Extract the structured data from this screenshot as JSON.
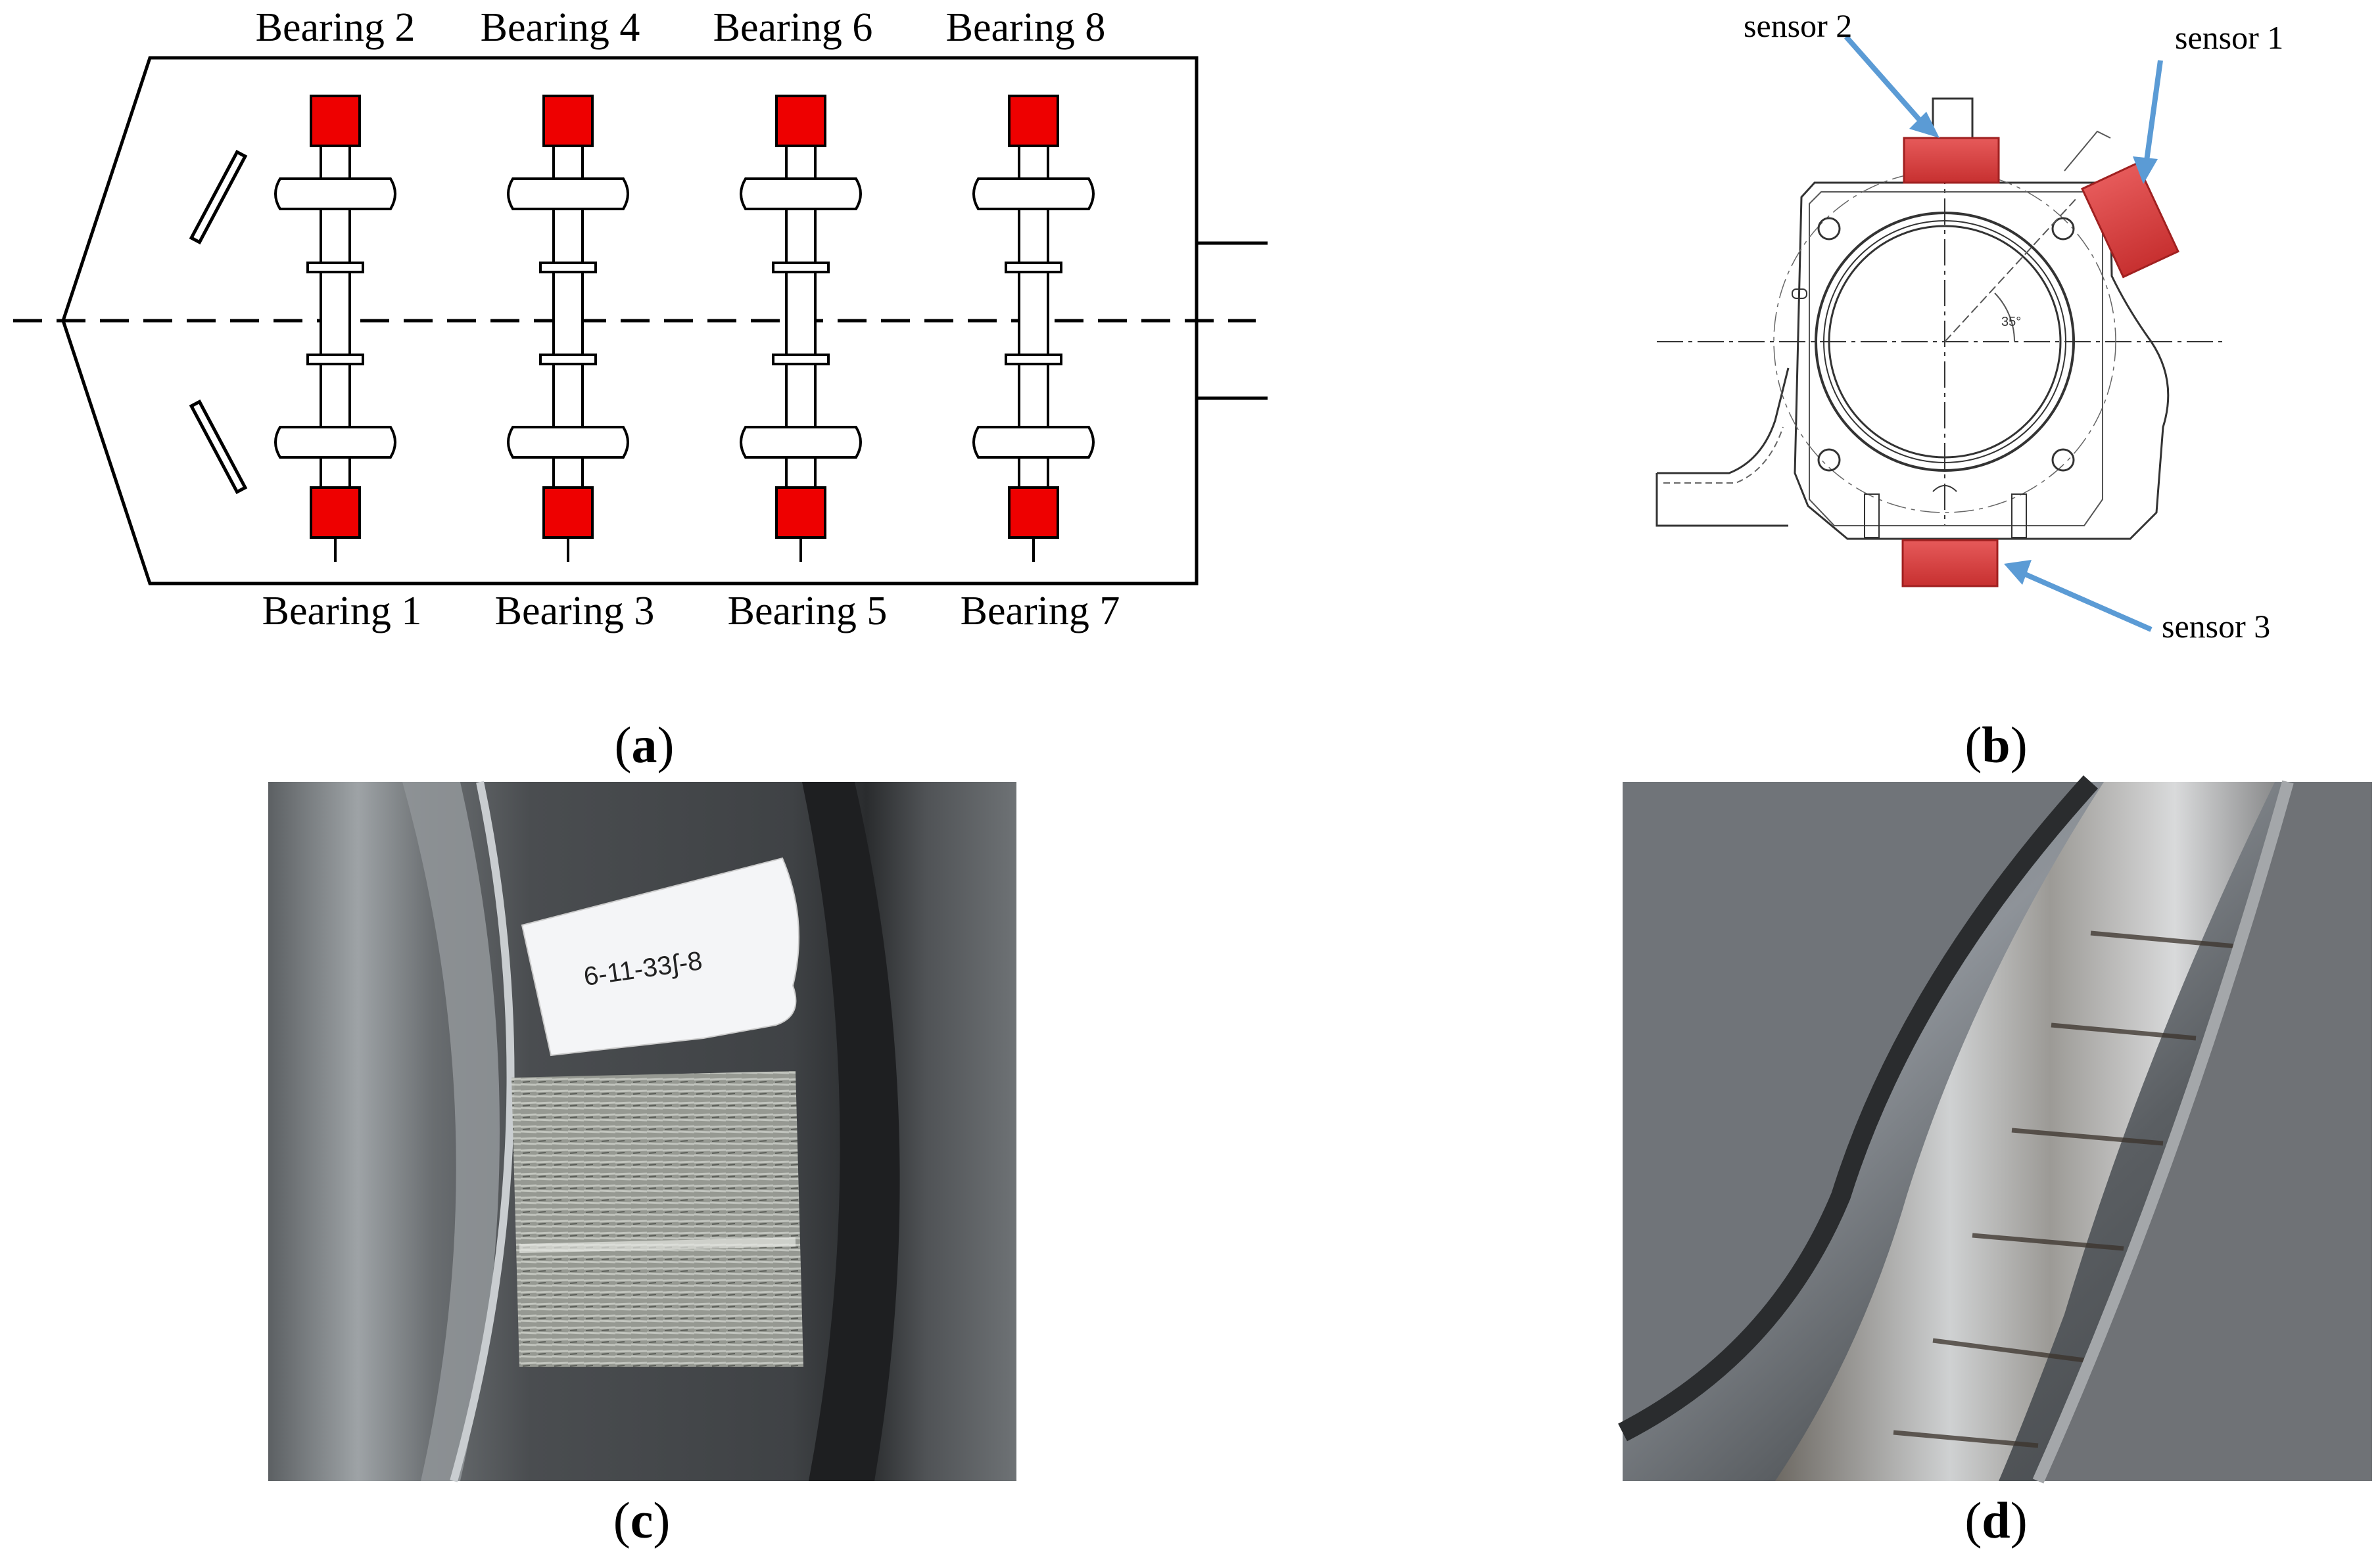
{
  "panel_a": {
    "bearings_top": [
      "Bearing 2",
      "Bearing 4",
      "Bearing 6",
      "Bearing 8"
    ],
    "bearings_bottom": [
      "Bearing 1",
      "Bearing 3",
      "Bearing 5",
      "Bearing 7"
    ],
    "caption_letter": "a"
  },
  "panel_b": {
    "sensors": [
      "sensor 2",
      "sensor 1",
      "sensor 3"
    ],
    "caption_letter": "b"
  },
  "panel_c": {
    "label_text": "6-11-33∫-8",
    "caption_letter": "c"
  },
  "panel_d": {
    "caption_letter": "d"
  },
  "colors": {
    "bearing_red": "#ee0000",
    "sensor_red": "#d83a3a",
    "arrow_blue": "#5b9bd5"
  }
}
